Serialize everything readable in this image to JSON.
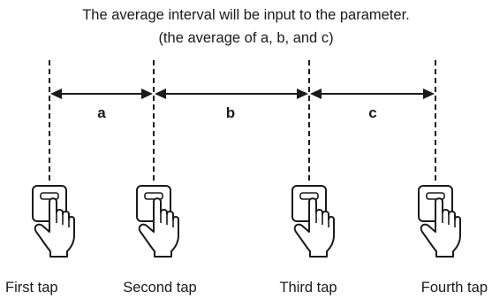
{
  "caption": {
    "line1": "The average interval will be input to the parameter.",
    "line2": "(the average of a, b, and c)"
  },
  "intervals": [
    {
      "label": "a"
    },
    {
      "label": "b"
    },
    {
      "label": "c"
    }
  ],
  "taps": [
    {
      "label": "First tap"
    },
    {
      "label": "Second tap"
    },
    {
      "label": "Third tap"
    },
    {
      "label": "Fourth tap"
    }
  ],
  "colors": {
    "ink": "#1a1a1a",
    "key_fill": "#ffffff"
  },
  "icons": [
    "tap-key-icon",
    "pointing-hand-icon"
  ]
}
